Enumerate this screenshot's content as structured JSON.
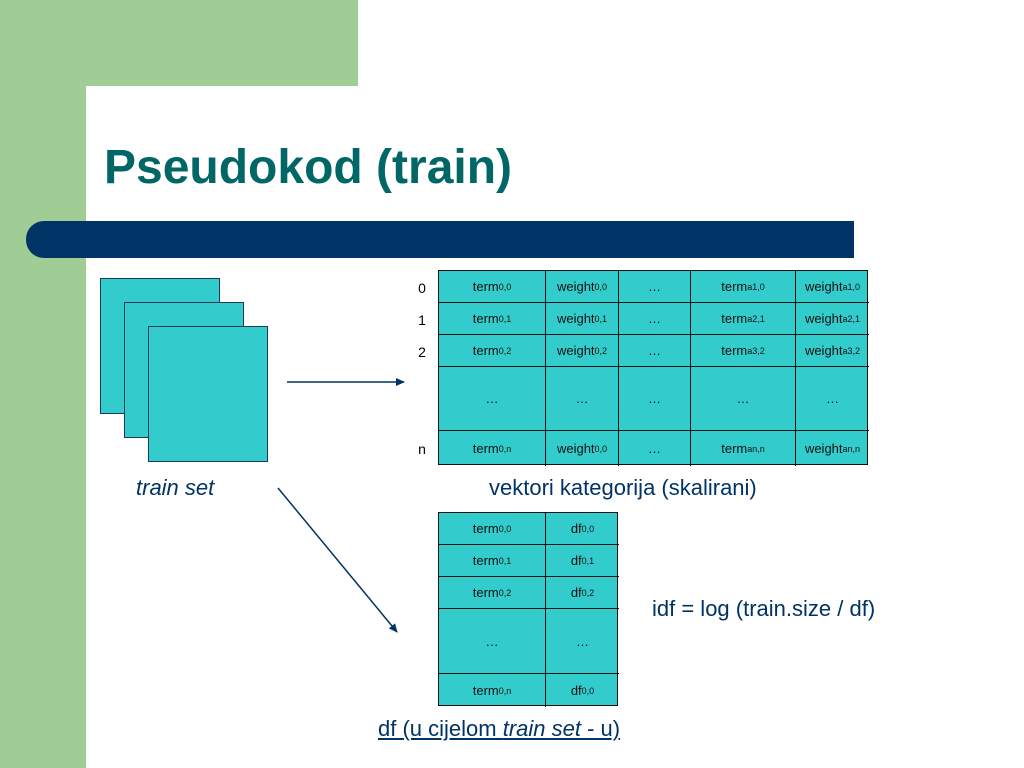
{
  "slide": {
    "title": "Pseudokod (train)",
    "colors": {
      "green": "#9fcd95",
      "navy": "#003366",
      "teal": "#006666",
      "cyan": "#33cccc"
    }
  },
  "train_set_label": "train set",
  "vectors": {
    "caption": "vektori kategorija (skalirani)",
    "row_indices": [
      "0",
      "1",
      "2",
      "n"
    ],
    "rows": [
      [
        [
          "term",
          "0,0"
        ],
        [
          "weight",
          "0,0"
        ],
        [
          "…",
          ""
        ],
        [
          "term",
          "a1,0"
        ],
        [
          "weight",
          "a1,0"
        ]
      ],
      [
        [
          "term",
          "0,1"
        ],
        [
          "weight",
          "0,1"
        ],
        [
          "…",
          ""
        ],
        [
          "term",
          "a2,1"
        ],
        [
          "weight",
          "a2,1"
        ]
      ],
      [
        [
          "term",
          "0,2"
        ],
        [
          "weight",
          "0,2"
        ],
        [
          "…",
          ""
        ],
        [
          "term",
          "a3,2"
        ],
        [
          "weight",
          "a3,2"
        ]
      ],
      [
        [
          "…",
          ""
        ],
        [
          "…",
          ""
        ],
        [
          "…",
          ""
        ],
        [
          "…",
          ""
        ],
        [
          "…",
          ""
        ]
      ],
      [
        [
          "term",
          "0,n"
        ],
        [
          "weight",
          "0,0"
        ],
        [
          "…",
          ""
        ],
        [
          "term",
          "an,n"
        ],
        [
          "weight",
          "an,n"
        ]
      ]
    ]
  },
  "df_table": {
    "rows": [
      [
        [
          "term",
          "0,0"
        ],
        [
          "df",
          "0,0"
        ]
      ],
      [
        [
          "term",
          "0,1"
        ],
        [
          "df",
          "0,1"
        ]
      ],
      [
        [
          "term",
          "0,2"
        ],
        [
          "df",
          "0,2"
        ]
      ],
      [
        [
          "…",
          ""
        ],
        [
          "…",
          ""
        ]
      ],
      [
        [
          "term",
          "0,n"
        ],
        [
          "df",
          "0,0"
        ]
      ]
    ],
    "caption_pre": "df (u cijelom ",
    "caption_italic": "train set",
    "caption_post": " - u)"
  },
  "idf_formula": "idf = log (train.size / df)"
}
